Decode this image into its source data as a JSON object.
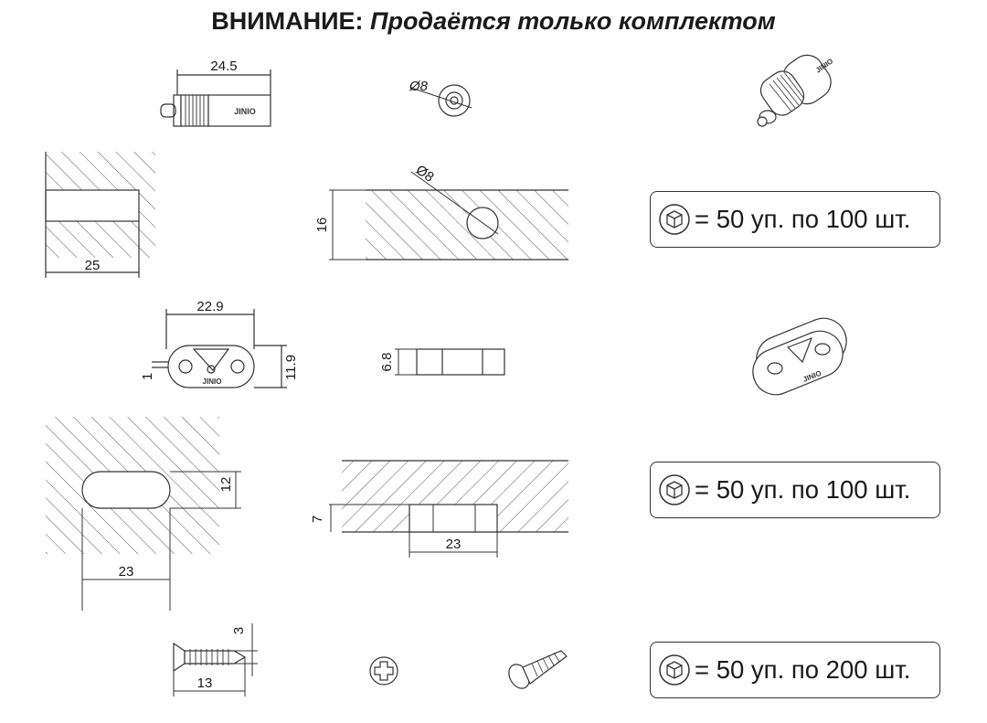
{
  "title": {
    "warning": "ВНИМАНИЕ:",
    "note": "Продаётся только комплектом"
  },
  "packs": [
    {
      "text": "= 50 уп. по 100 шт.",
      "icon": "package-box-icon"
    },
    {
      "text": "= 50 уп. по 100 шт.",
      "icon": "package-box-icon"
    },
    {
      "text": "= 50 уп. по 200 шт.",
      "icon": "package-box-icon"
    }
  ],
  "dims": {
    "dowel_length": "24.5",
    "dowel_diameter": "Ø8",
    "hole_diameter": "Ø8",
    "board_thickness_16": "16",
    "hole_depth_25": "25",
    "clip_length": "22.9",
    "clip_height": "11.9",
    "clip_offset": "1",
    "clip_thickness": "6.8",
    "slot_height": "12",
    "slot_length": "23",
    "groove_depth": "7",
    "groove_length": "23",
    "screw_diameter": "3",
    "screw_length": "13"
  },
  "brand": "JINIO",
  "colors": {
    "line": "#333333",
    "hatch": "#555555",
    "text": "#1a1a1a"
  }
}
